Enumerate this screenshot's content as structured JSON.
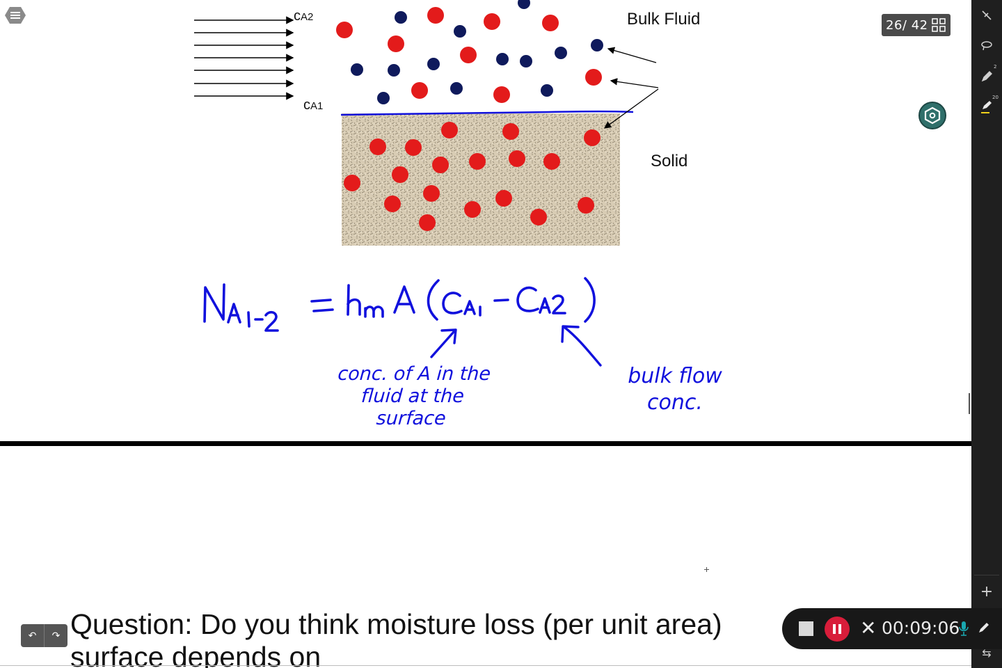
{
  "page": {
    "counter": "26/ 42"
  },
  "diagram": {
    "label_ca2_main": "c",
    "label_ca2_sub": "A2",
    "label_ca1_main": "c",
    "label_ca1_sub": "A1",
    "bulk_fluid": "Bulk Fluid",
    "solid": "Solid"
  },
  "handwriting": {
    "equation": "N_{A1-2} = h_m A (C_{A1} - C_{A2})",
    "note_left": "conc. of A in the fluid at the surface",
    "note_right": "bulk flow conc."
  },
  "lower_slide": {
    "question_line1": "Question: Do you think moisture loss (per unit area)",
    "question_line2": "surface depends on"
  },
  "recorder": {
    "time": "00:09:06"
  },
  "toolbar": {
    "pen_badge": "2",
    "highlighter_badge": "20"
  },
  "colors": {
    "ink_blue": "#1111dd",
    "red_particle": "#e31b1b",
    "navy_particle": "#0f1a5c",
    "recorder_red": "#d81d3a",
    "hex_button": "#2f6f6a"
  }
}
